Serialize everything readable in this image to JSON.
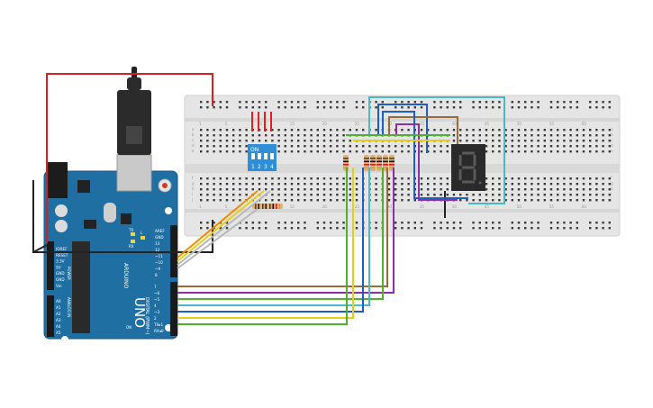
{
  "board": {
    "brand": "UNO",
    "logo_text": "ARDUINO",
    "on_label": "ON",
    "tx_label": "TX",
    "rx_label": "RX",
    "l_label": "L",
    "digital_label": "DIGITAL (PWM~)",
    "power_label": "POWER",
    "analog_label": "ANALOG IN",
    "top_pins": [
      "AREF",
      "GND",
      "13",
      "12",
      "~11",
      "~10",
      "~9",
      "8"
    ],
    "bottom_pins": [
      "7",
      "~6",
      "~5",
      "4",
      "~3",
      "2",
      "TX▸1",
      "RX◂0"
    ],
    "power_pins": [
      "IOREF",
      "RESET",
      "3.3V",
      "5V",
      "GND",
      "GND",
      "Vin"
    ],
    "analog_pins": [
      "A0",
      "A1",
      "A2",
      "A3",
      "A4",
      "A5"
    ]
  },
  "breadboard": {
    "col_top_numbers": [
      "1",
      "5",
      "10",
      "15",
      "20",
      "25",
      "30",
      "35",
      "40",
      "45",
      "50",
      "55",
      "60"
    ],
    "col_bottom_numbers": [
      "1",
      "5",
      "10",
      "15",
      "20",
      "25",
      "30",
      "35",
      "40",
      "45",
      "50",
      "55",
      "60"
    ],
    "row_letters_top": [
      "a",
      "b",
      "c",
      "d",
      "e"
    ],
    "row_letters_bottom": [
      "f",
      "g",
      "h",
      "i",
      "j"
    ]
  },
  "dip_switch": {
    "on_label": "ON",
    "numbers": [
      "1",
      "2",
      "3",
      "4"
    ]
  },
  "colors": {
    "board": "#1f6fa3",
    "breadboard": "#e8e8e8",
    "wire_red": "#d42020",
    "wire_brown": "#9a6a3a",
    "wire_cyan": "#4fb6c8",
    "wire_purple": "#8e2fa8",
    "wire_blue": "#1e5fc0",
    "wire_green": "#4fb02a",
    "wire_yellow": "#e6cf1a",
    "wire_orange": "#f08c00",
    "wire_grey": "#b8b8b8"
  }
}
